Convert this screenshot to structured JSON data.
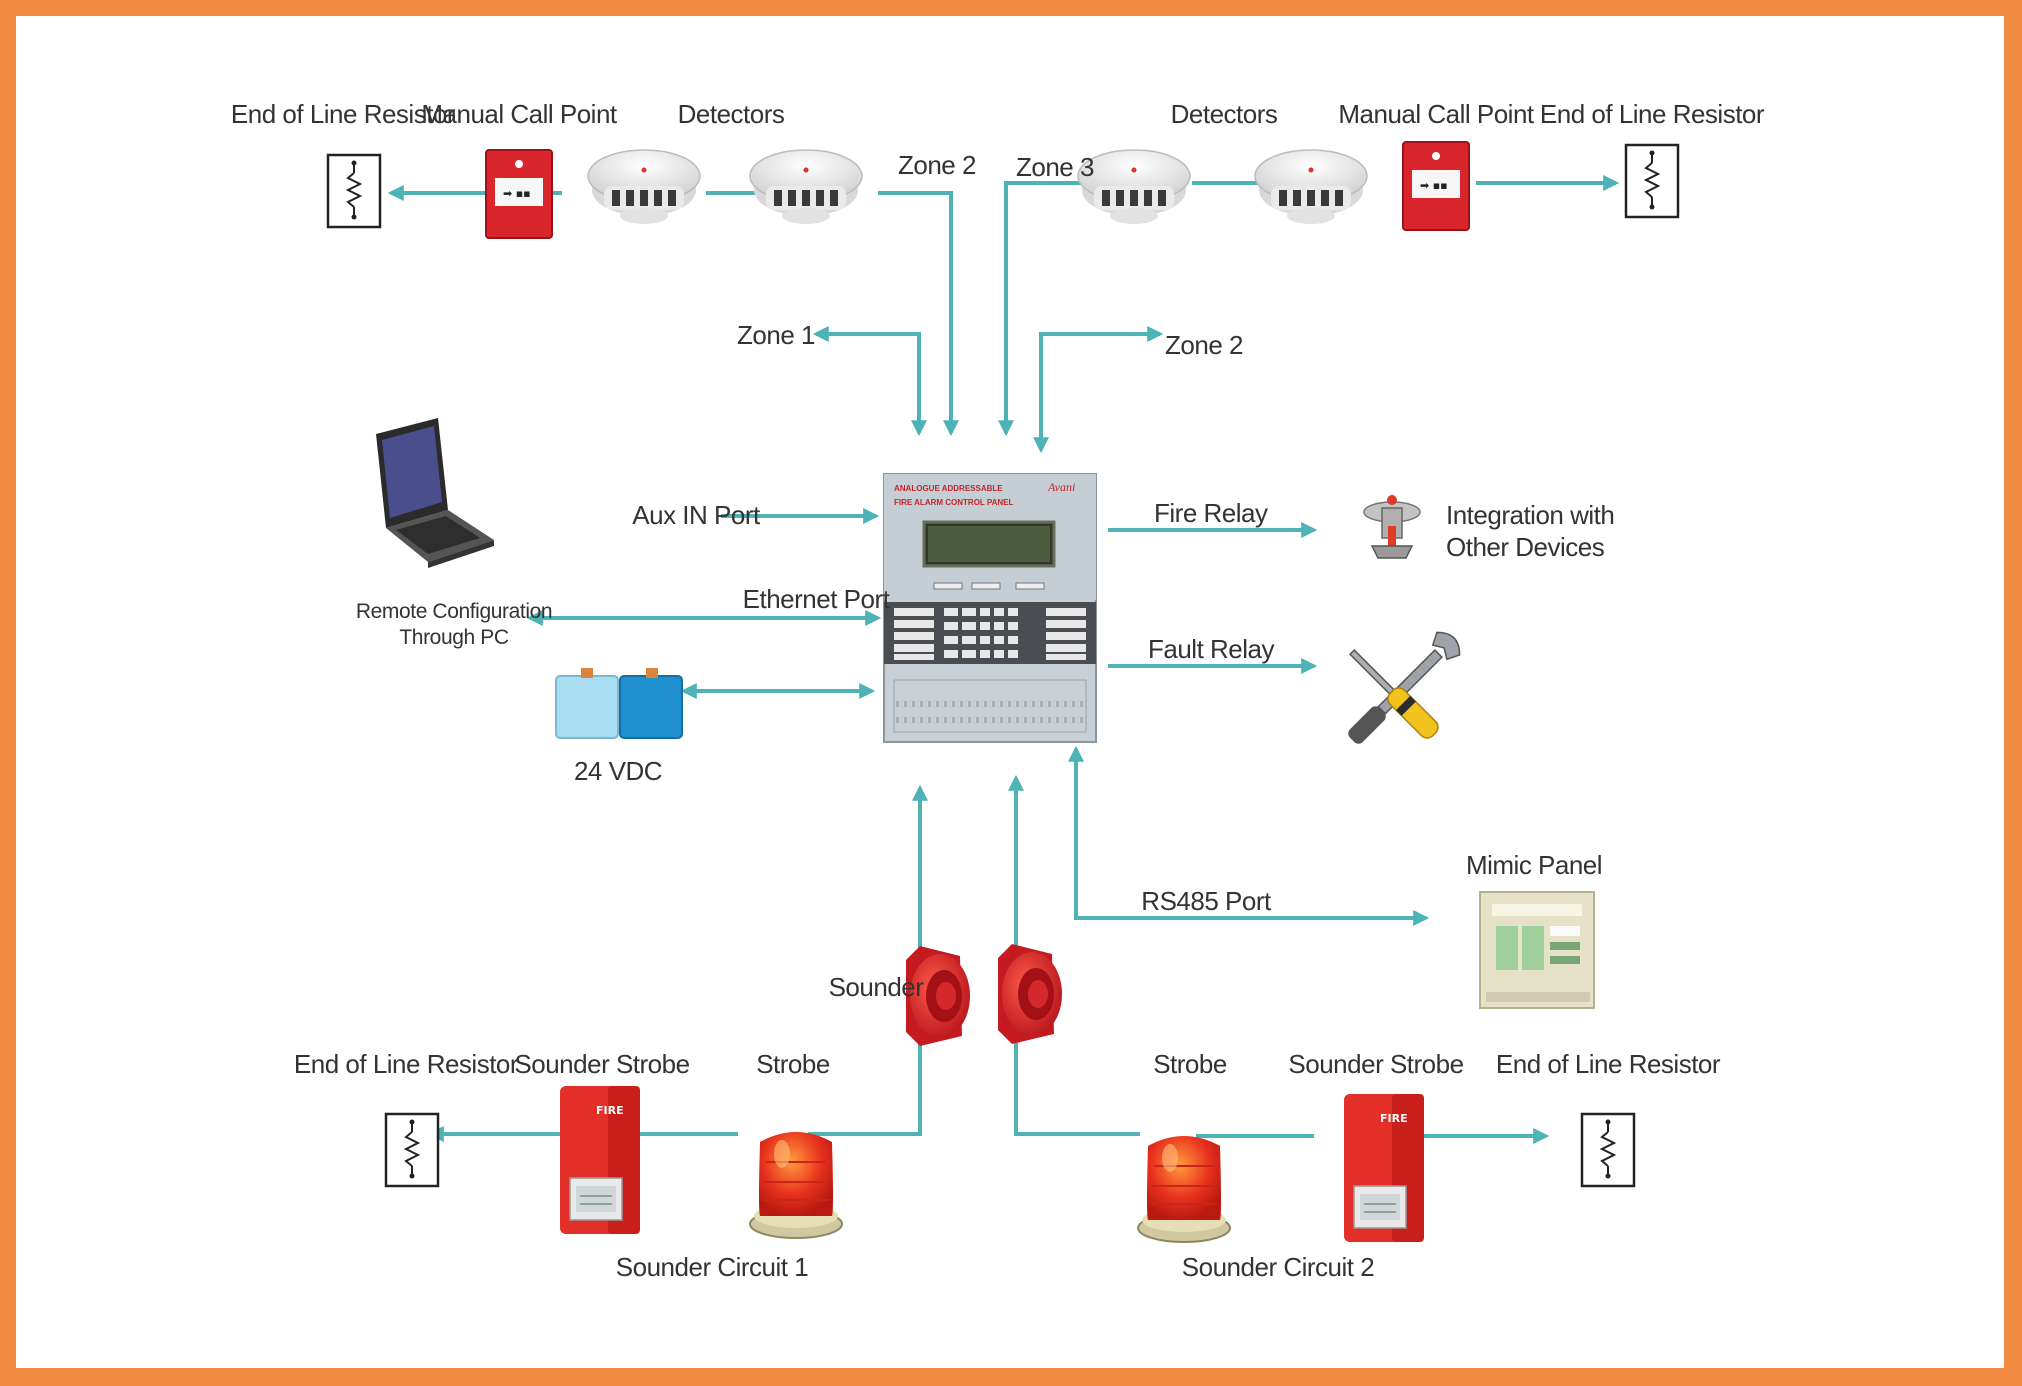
{
  "colors": {
    "border": "#f08a40",
    "wire": "#4eb3b6",
    "device_red": "#d9262c"
  },
  "icons": {
    "resistor": "resistor-icon",
    "call_point": "manual-call-point-icon",
    "detector": "smoke-detector-icon",
    "laptop": "laptop-icon",
    "battery": "battery-icon",
    "sprinkler": "sprinkler-icon",
    "tools": "tools-icon",
    "mimic": "mimic-panel-icon",
    "sounder": "sounder-icon",
    "strobe": "strobe-icon",
    "sounder_strobe": "sounder-strobe-icon"
  },
  "top_left": {
    "end_of_line": "End of Line Resistor",
    "call_point": "Manual Call Point",
    "detectors": "Detectors",
    "zone": "Zone 2"
  },
  "top_right": {
    "zone": "Zone 3",
    "detectors": "Detectors",
    "call_point": "Manual Call Point",
    "end_of_line": "End of Line Resistor"
  },
  "zones": {
    "left": "Zone 1",
    "right": "Zone 2"
  },
  "panel": {
    "header_line1": "ANALOGUE ADDRESSABLE",
    "header_line2": "FIRE ALARM CONTROL PANEL",
    "brand": "Avani"
  },
  "left_side": {
    "aux": "Aux IN Port",
    "ethernet": "Ethernet Port",
    "remote_line1": "Remote Configuration",
    "remote_line2": "Through PC",
    "power": "24 VDC"
  },
  "right_side": {
    "fire_relay": "Fire Relay",
    "integration_line1": "Integration with",
    "integration_line2": "Other Devices",
    "fault_relay": "Fault Relay",
    "mimic_panel": "Mimic Panel",
    "rs485": "RS485 Port"
  },
  "bottom": {
    "sounder": "Sounder",
    "left": {
      "end_of_line": "End of Line Resistor",
      "sounder_strobe": "Sounder Strobe",
      "strobe": "Strobe",
      "circuit": "Sounder Circuit 1"
    },
    "right": {
      "strobe": "Strobe",
      "sounder_strobe": "Sounder Strobe",
      "end_of_line": "End of Line Resistor",
      "circuit": "Sounder Circuit 2"
    }
  }
}
